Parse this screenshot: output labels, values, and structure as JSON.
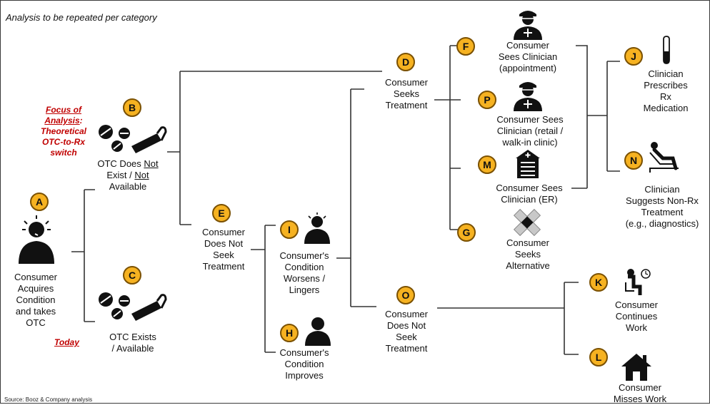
{
  "header": {
    "note": "Analysis to be repeated per category"
  },
  "source": "Source:   Booz & Company analysis",
  "focus": {
    "line1": "Focus of",
    "line2": "Analysis",
    "line2_suffix": ":",
    "line3": "Theoretical",
    "line4": "OTC-to-Rx",
    "line5": "switch"
  },
  "today": "Today",
  "colors": {
    "badge_fill": "#F6B221",
    "badge_border": "#7A5000",
    "accent_red": "#C00000",
    "connector": "#333333"
  },
  "nodes": {
    "A": {
      "badge": "A",
      "icon": "sick-person-icon",
      "lines": [
        "Consumer",
        "Acquires",
        "Condition",
        "and takes",
        "OTC"
      ]
    },
    "B": {
      "badge": "B",
      "icon": "pills-tube-icon",
      "l1_pre": "OTC Does ",
      "l1_u": "Not",
      "l2_pre": "Exist / ",
      "l2_u": "Not",
      "l3": "Available"
    },
    "C": {
      "badge": "C",
      "icon": "pills-tube-icon",
      "lines": [
        "OTC Exists",
        "/ Available"
      ]
    },
    "D": {
      "badge": "D",
      "lines": [
        "Consumer",
        "Seeks",
        "Treatment"
      ]
    },
    "E": {
      "badge": "E",
      "lines": [
        "Consumer",
        "Does Not",
        "Seek",
        "Treatment"
      ]
    },
    "I": {
      "badge": "I",
      "icon": "sick-person-icon",
      "lines": [
        "Consumer's",
        "Condition",
        "Worsens /",
        "Lingers"
      ]
    },
    "H": {
      "badge": "H",
      "icon": "person-icon",
      "lines": [
        "Consumer's",
        "Condition",
        "Improves"
      ]
    },
    "F": {
      "badge": "F",
      "icon": "doctor-icon",
      "lines": [
        "Consumer",
        "Sees Clinician",
        "(appointment)"
      ]
    },
    "P": {
      "badge": "P",
      "icon": "doctor-icon",
      "lines": [
        "Consumer Sees",
        "Clinician (retail /",
        "walk-in clinic)"
      ]
    },
    "M": {
      "badge": "M",
      "icon": "hospital-icon",
      "lines": [
        "Consumer Sees",
        "Clinician (ER)"
      ]
    },
    "G": {
      "badge": "G",
      "icon": "bandage-icon",
      "lines": [
        "Consumer",
        "Seeks",
        "Alternative"
      ]
    },
    "O": {
      "badge": "O",
      "lines": [
        "Consumer",
        "Does Not",
        "Seek",
        "Treatment"
      ]
    },
    "J": {
      "badge": "J",
      "icon": "thermometer-icon",
      "lines": [
        "Clinician",
        "Prescribes",
        "Rx",
        "Medication"
      ]
    },
    "N": {
      "badge": "N",
      "icon": "patient-chair-icon",
      "lines": [
        "Clinician",
        "Suggests Non-Rx",
        "Treatment",
        "(e.g., diagnostics)"
      ]
    },
    "K": {
      "badge": "K",
      "icon": "seated-worker-icon",
      "lines": [
        "Consumer",
        "Continues",
        "Work"
      ]
    },
    "L": {
      "badge": "L",
      "icon": "house-icon",
      "lines": [
        "Consumer",
        "Misses Work"
      ]
    }
  }
}
